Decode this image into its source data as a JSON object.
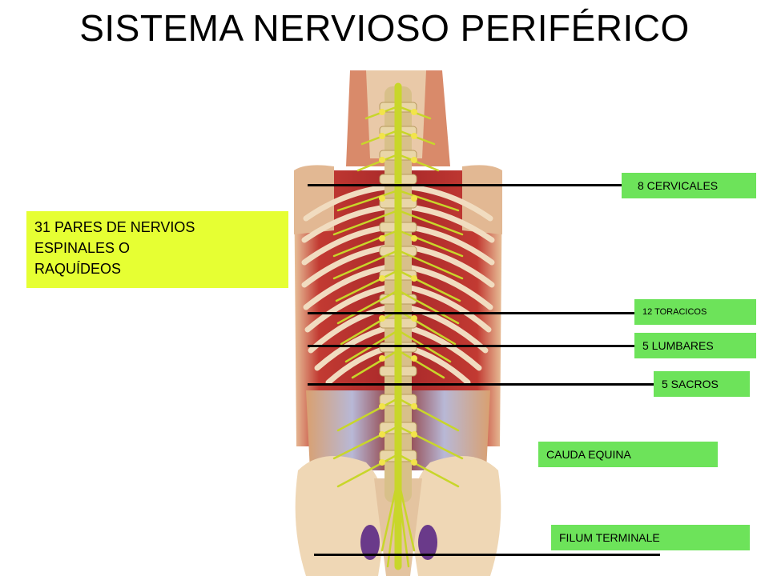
{
  "title": "SISTEMA NERVIOSO PERIFÉRICO",
  "callout": {
    "lines": [
      "31 PARES DE NERVIOS",
      "ESPINALES O",
      "RAQUÍDEOS"
    ]
  },
  "labels": {
    "cervicales": "8 CERVICALES",
    "toracicos": "12 TORACICOS",
    "lumbares": "5 LUMBARES",
    "sacros": "5 SACROS",
    "cauda": "CAUDA EQUINA",
    "filum": "FILUM TERMINALE"
  },
  "colors": {
    "label_fill": "#6de35a",
    "callout_fill": "#e6ff33",
    "nerve": "#c8d62a",
    "muscle": "#c23a32",
    "bone": "#efd7b5"
  }
}
